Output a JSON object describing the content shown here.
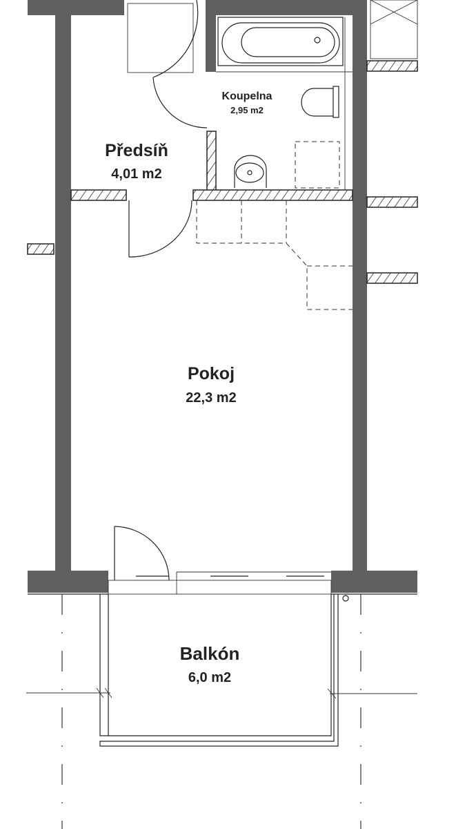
{
  "rooms": [
    {
      "name": "Předsíň",
      "area": "4,01 m2"
    },
    {
      "name": "Koupelna",
      "area": "2,95 m2"
    },
    {
      "name": "Pokoj",
      "area": "22,3 m2"
    },
    {
      "name": "Balkón",
      "area": "6,0 m2"
    }
  ],
  "colors": {
    "wall": "#5f5f5f",
    "line": "#222222"
  }
}
